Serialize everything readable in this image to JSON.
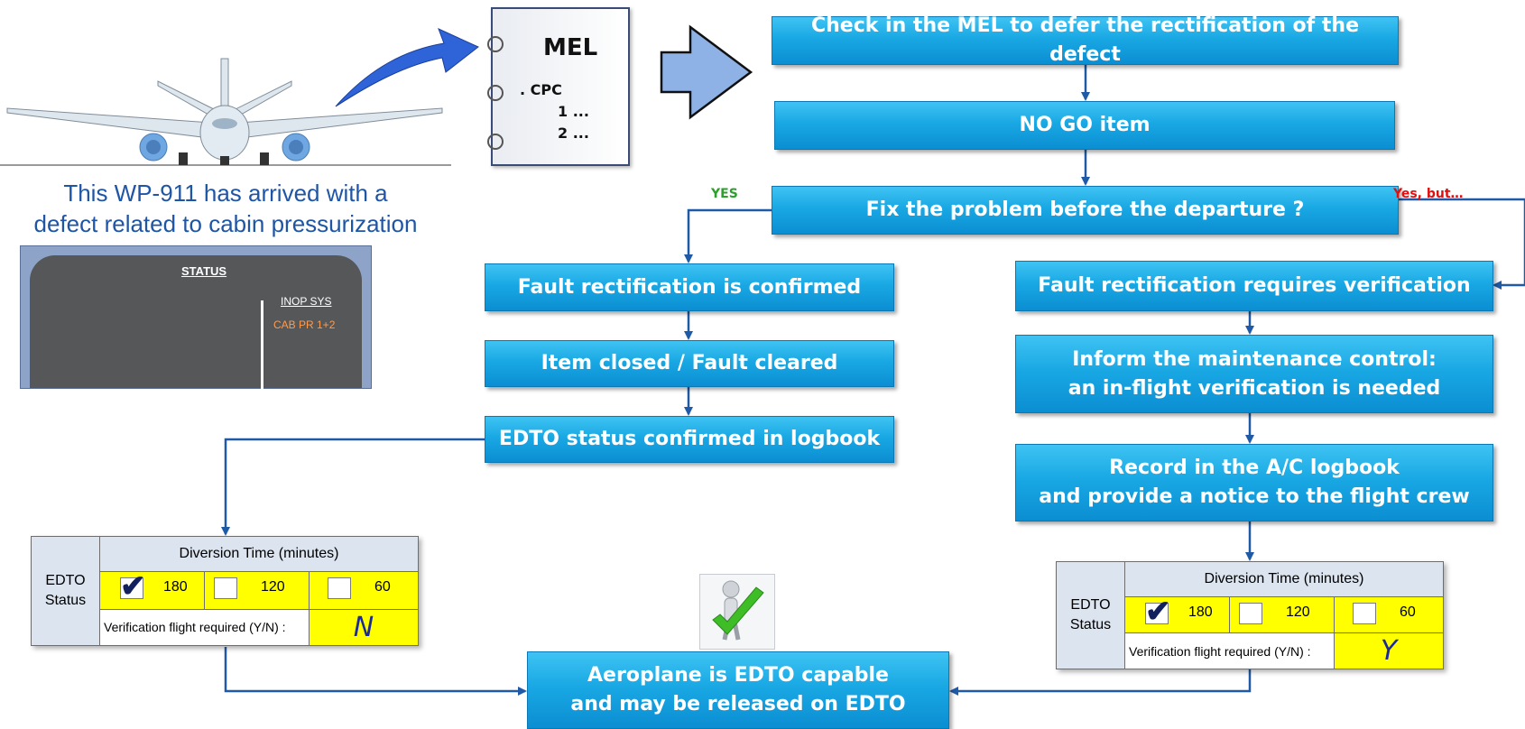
{
  "caption": {
    "line1": "This WP-911 has arrived with a",
    "line2": "defect related to cabin pressurization"
  },
  "status_panel": {
    "title": "STATUS",
    "inop_label": "INOP SYS",
    "item": "CAB PR 1+2"
  },
  "manual": {
    "title": "MEL",
    "line1": ". CPC",
    "line2": "1 ...",
    "line3": "2 ..."
  },
  "flow": {
    "check_mel": "Check in the MEL to defer the rectification of the defect",
    "no_go": "NO GO item",
    "fix_question": "Fix the problem before the departure ?",
    "yes_label": "YES",
    "yes_but_label": "Yes, but…",
    "left": {
      "confirmed": "Fault rectification is confirmed",
      "closed": "Item closed / Fault cleared",
      "logbook": "EDTO status confirmed in logbook"
    },
    "right": {
      "verification": "Fault rectification requires verification",
      "inform": "Inform the maintenance control:\nan in-flight verification is needed",
      "record": "Record in the A/C logbook\nand provide a notice to the flight crew"
    },
    "final": "Aeroplane is EDTO capable\nand may be released on EDTO"
  },
  "edto_tables": [
    {
      "status_label": "EDTO\nStatus",
      "header": "Diversion Time (minutes)",
      "options": [
        {
          "value": "180",
          "checked": true
        },
        {
          "value": "120",
          "checked": false
        },
        {
          "value": "60",
          "checked": false
        }
      ],
      "verification_label": "Verification flight required (Y/N) :",
      "verification_value": "N"
    },
    {
      "status_label": "EDTO\nStatus",
      "header": "Diversion Time (minutes)",
      "options": [
        {
          "value": "180",
          "checked": true
        },
        {
          "value": "120",
          "checked": false
        },
        {
          "value": "60",
          "checked": false
        }
      ],
      "verification_label": "Verification flight required (Y/N) :",
      "verification_value": "Y"
    }
  ],
  "colors": {
    "box_blue": "#19a8e4",
    "connector": "#1f5aa6",
    "yes_green": "#2aa12a",
    "yes_but_red": "#e01010",
    "table_yellow": "#ffff00"
  }
}
